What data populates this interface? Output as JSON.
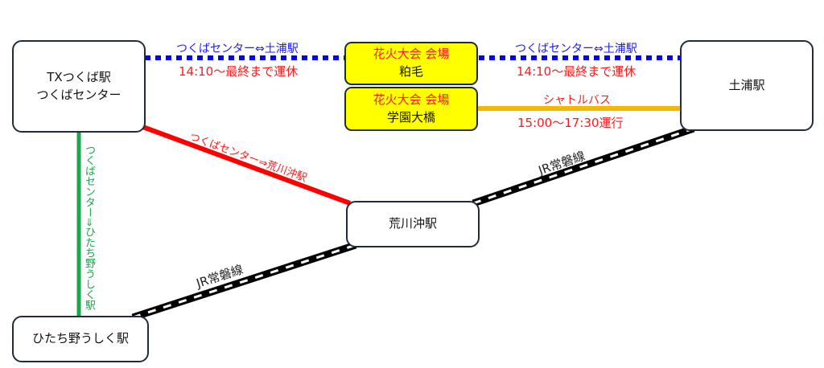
{
  "stations": {
    "tsukuba": {
      "line1": "TXつくば駅",
      "line2": "つくばセンター"
    },
    "tsuchiura": "土浦駅",
    "arakawaoki": "荒川沖駅",
    "hitachino": "ひたち野うしく駅"
  },
  "venues": {
    "kasuge": {
      "title": "花火大会 会場",
      "name": "粕毛"
    },
    "gakuen": {
      "title": "花火大会 会場",
      "name": "学園大橋"
    }
  },
  "routes": {
    "left_bus": {
      "name": "つくばセンター⇔土浦駅",
      "status": "14:10～最終まで運休"
    },
    "right_bus": {
      "name": "つくばセンター⇔土浦駅",
      "status": "14:10～最終まで運休"
    },
    "shuttle": {
      "name": "シャトルバス",
      "hours": "15:00～17:30運行"
    },
    "red_bus": {
      "name": "つくばセンター⇒荒川沖駅"
    },
    "green_bus": {
      "name": "つくばセンター⇒ひたち野うしく駅"
    },
    "jr_lower": {
      "name": "JR常磐線"
    },
    "jr_upper": {
      "name": "JR常磐線"
    }
  },
  "colors": {
    "blue": "#0000ff",
    "red": "#ff0000",
    "orange": "#f5b800",
    "green": "#1aa64a",
    "venue": "#ffff00"
  }
}
